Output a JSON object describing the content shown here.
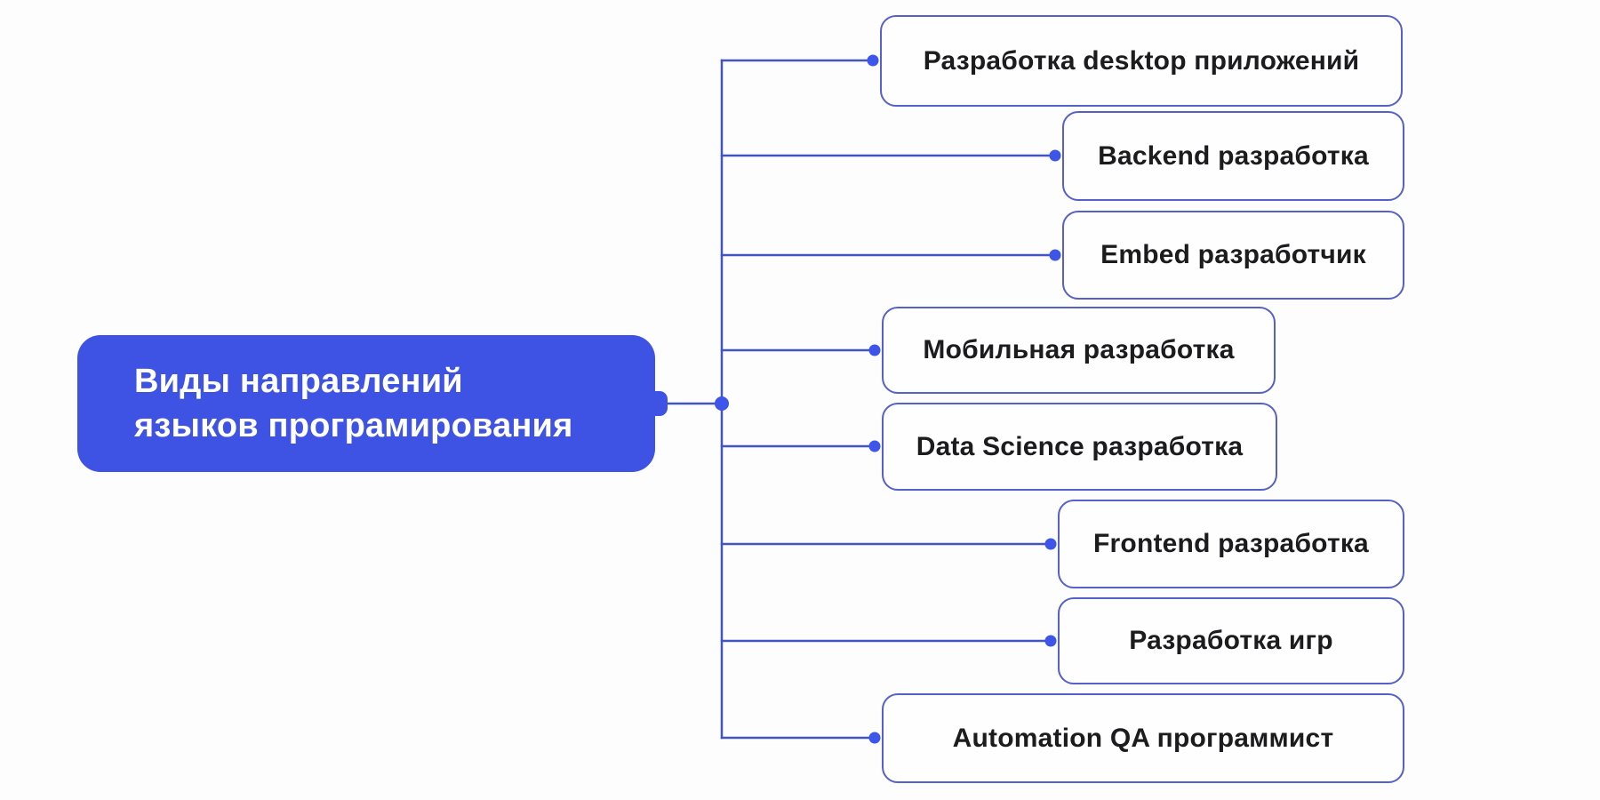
{
  "palette": {
    "page_bg": "#fdfdfd",
    "root_fill": "#3e52e3",
    "root_text": "#ffffff",
    "node_fill": "#fefefe",
    "node_border": "#5560c9",
    "node_text": "#1c1c1e",
    "line": "#4355be",
    "dot": "#3d55e8"
  },
  "root": {
    "label_line1": "Виды направлений",
    "label_line2": "языков програмирования"
  },
  "nodes": [
    {
      "label": "Разработка desktop приложений"
    },
    {
      "label": "Backend разработка"
    },
    {
      "label": "Embed разработчик"
    },
    {
      "label": "Мобильная разработка"
    },
    {
      "label": "Data Science разработка"
    },
    {
      "label": "Frontend разработка"
    },
    {
      "label": "Разработка игр"
    },
    {
      "label": "Automation QA программист"
    }
  ]
}
